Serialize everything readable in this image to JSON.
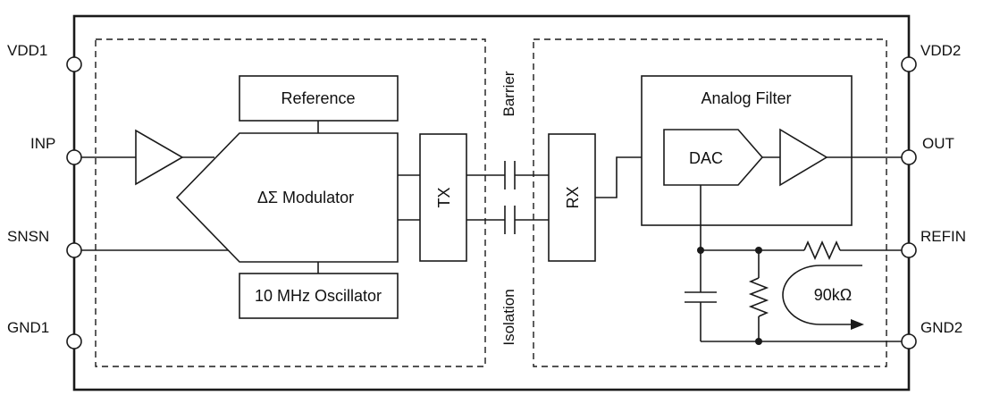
{
  "pins": {
    "vdd1": "VDD1",
    "inp": "INP",
    "snsn": "SNSN",
    "gnd1": "GND1",
    "vdd2": "VDD2",
    "out": "OUT",
    "refin": "REFIN",
    "gnd2": "GND2"
  },
  "blocks": {
    "reference": "Reference",
    "modulator": "ΔΣ Modulator",
    "oscillator": "10 MHz Oscillator",
    "tx": "TX",
    "rx": "RX",
    "analog_filter": "Analog Filter",
    "dac": "DAC"
  },
  "labels": {
    "barrier": "Barrier",
    "isolation": "Isolation",
    "resistor_value": "90kΩ"
  }
}
